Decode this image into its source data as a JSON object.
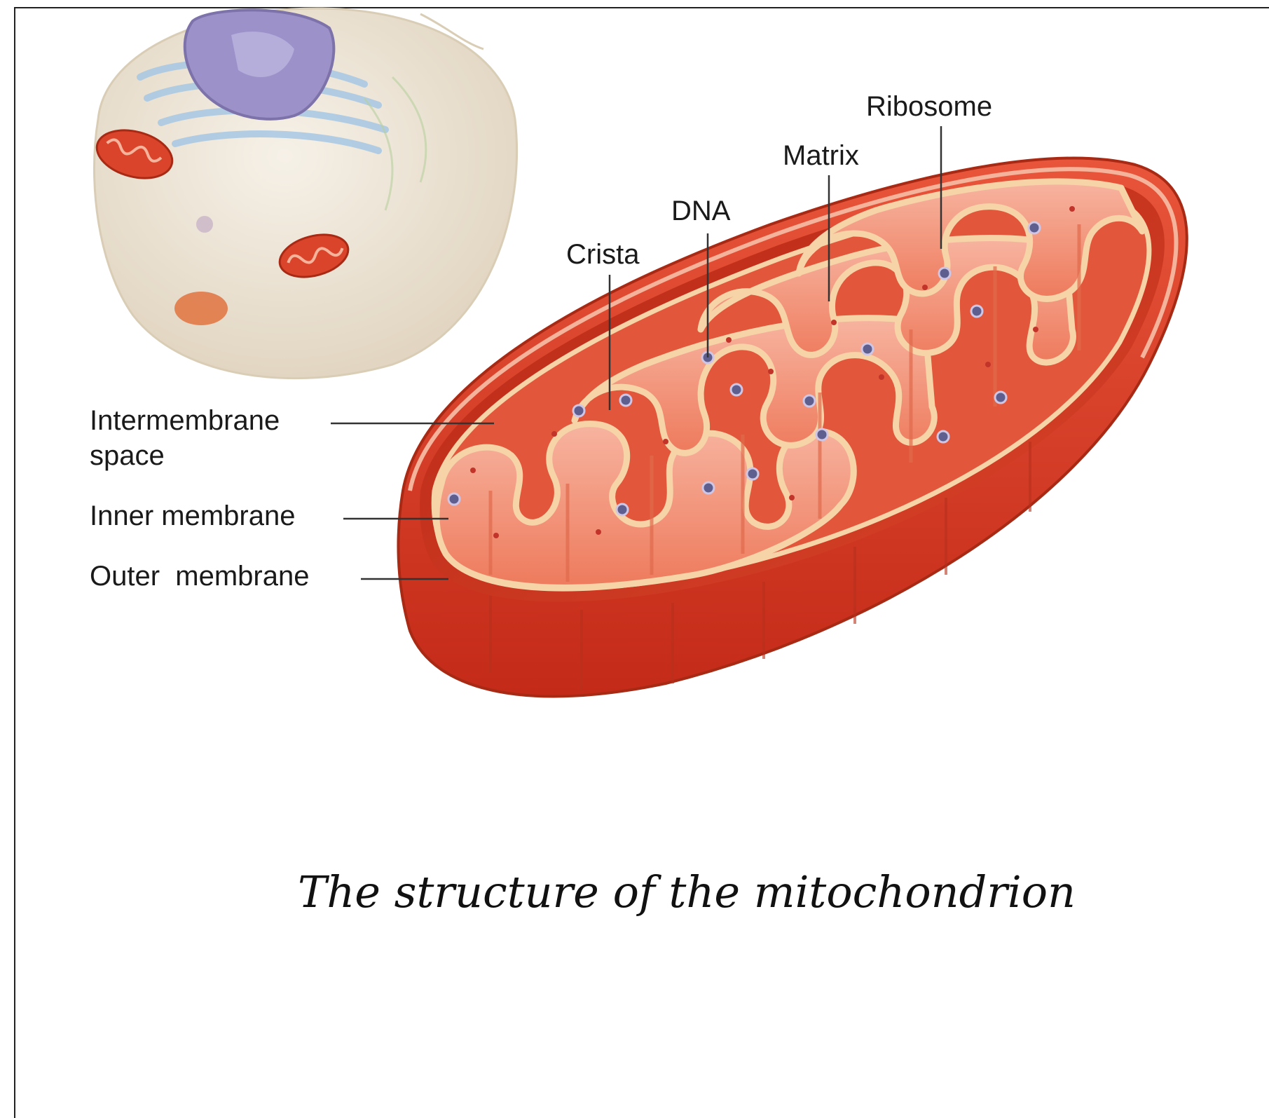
{
  "labels": {
    "intermembrane_line1": "Intermembrane",
    "intermembrane_line2": "space",
    "inner_membrane": "Inner membrane",
    "outer_membrane": "Outer  membrane",
    "crista": "Crista",
    "dna": "DNA",
    "matrix": "Matrix",
    "ribosome": "Ribosome"
  },
  "caption": "The structure of the mitochondrion",
  "colors": {
    "outer_membrane": "#d93b22",
    "intermembrane": "#e85a3a",
    "crista_fill": "#f4a08a",
    "membrane_edge": "#f7d3a8",
    "dna_dot": "#5f5f8f",
    "cell_body": "#ece3d3",
    "nucleus": "#9c92c9",
    "golgi": "#a7c8e4"
  }
}
